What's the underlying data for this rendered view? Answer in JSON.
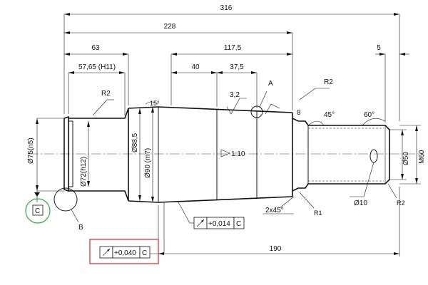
{
  "dimensions": {
    "overall_length": "316",
    "length_228": "228",
    "length_63": "63",
    "length_57": "57,65 (H11)",
    "length_117": "117,5",
    "length_40": "40",
    "length_37": "37,5",
    "length_5": "5",
    "length_8": "8",
    "length_190": "190"
  },
  "diameters": {
    "d75": "Ø75(n5)",
    "d72": "Ø72(h12)",
    "d88": "Ø88,5",
    "d90": "Ø90 (m7)",
    "d50": "Ø50",
    "m60": "M60",
    "d10": "Ø10"
  },
  "features": {
    "r2_left": "R2",
    "r2_right": "R2",
    "r2_small": "R2",
    "r1": "R1",
    "angle_15": "15°",
    "angle_45": "45°",
    "angle_60": "60°",
    "chamfer": "2x45°",
    "roughness": "3,2",
    "taper": "1:10",
    "label_a": "A",
    "label_b": "B",
    "datum_c": "C"
  },
  "tolerances": {
    "runout_upper_value": "+0,014",
    "runout_upper_datum": "C",
    "runout_lower_value": "+0,040",
    "runout_lower_datum": "C"
  },
  "colors": {
    "highlight_red": "#d9262c",
    "highlight_green": "#3aa63a"
  }
}
